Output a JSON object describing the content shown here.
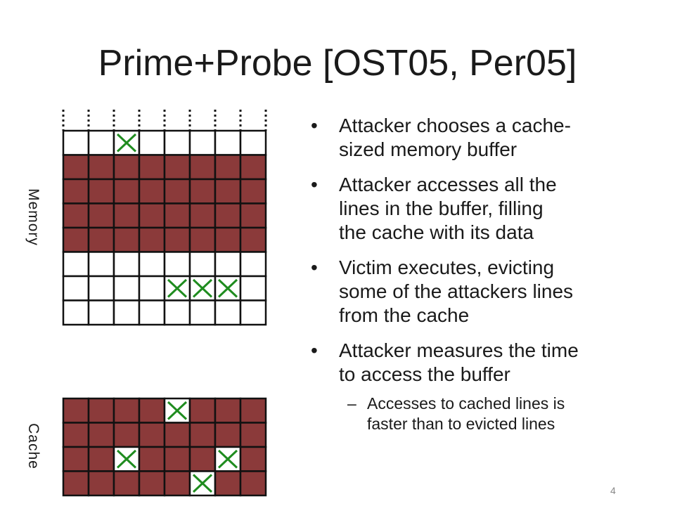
{
  "slide": {
    "title": "Prime+Probe [OST05, Per05]",
    "page_number": "4"
  },
  "labels": {
    "memory": "Memory",
    "cache": "Cache"
  },
  "bullets": [
    {
      "text": "Attacker chooses a cache-sized memory buffer",
      "line1": "Attacker chooses a cache-",
      "line2": "sized memory buffer"
    },
    {
      "line1": "Attacker accesses all the",
      "line2": "lines in the buffer, filling",
      "line3": "the cache with its data"
    },
    {
      "line1": "Victim executes, evicting",
      "line2": "some of the attackers lines",
      "line3": "from the cache"
    },
    {
      "line1": "Attacker measures the time",
      "line2": "to access the buffer"
    }
  ],
  "sub_bullet": {
    "line1": "Accesses to cached lines is",
    "line2": "faster than to evicted lines"
  },
  "colors": {
    "filled_cell": "#8b3a3a",
    "cell_border": "#111111",
    "x_mark": "#1f8c1f"
  },
  "memory_grid": {
    "columns": 8,
    "rows": 8,
    "filled_rows": [
      1,
      2,
      3,
      4
    ],
    "x_cells": [
      [
        0,
        2
      ],
      [
        6,
        4
      ],
      [
        6,
        5
      ],
      [
        6,
        6
      ]
    ]
  },
  "cache_grid": {
    "columns": 8,
    "rows": 4,
    "filled": "all",
    "x_cells": [
      [
        0,
        4
      ],
      [
        2,
        2
      ],
      [
        2,
        6
      ],
      [
        3,
        5
      ]
    ]
  }
}
